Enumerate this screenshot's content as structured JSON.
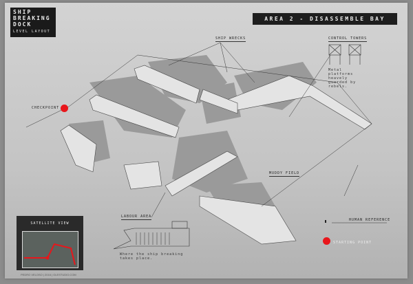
{
  "header": {
    "title_lines": [
      "SHIP",
      "BREAKING",
      "DOCK"
    ],
    "subtitle": "LEVEL LAYOUT"
  },
  "area_title": "AREA 2 - DISASSEMBLE BAY",
  "labels": {
    "ship_wrecks": "SHIP WRECKS",
    "checkpoint": "CHECKPOINT",
    "control_towers": "CONTROL TOWERS",
    "control_towers_note": "Metal platforms heavely guarded by rebels.",
    "muddy_field": "MUDDY FIELD",
    "labour_area": "LABOUR AREA",
    "labour_note": "Where the ship breaking takes place.",
    "human_reference": "HUMAN REFERENCE",
    "starting_point": "STARTING POINT"
  },
  "satellite": {
    "title": "SATELLITE VIEW"
  },
  "credit": "PEDRO VELOSO | 2016 | OLESTUDIO.COM",
  "colors": {
    "marker": "#e8161b",
    "dark": "#1a1a1a"
  }
}
